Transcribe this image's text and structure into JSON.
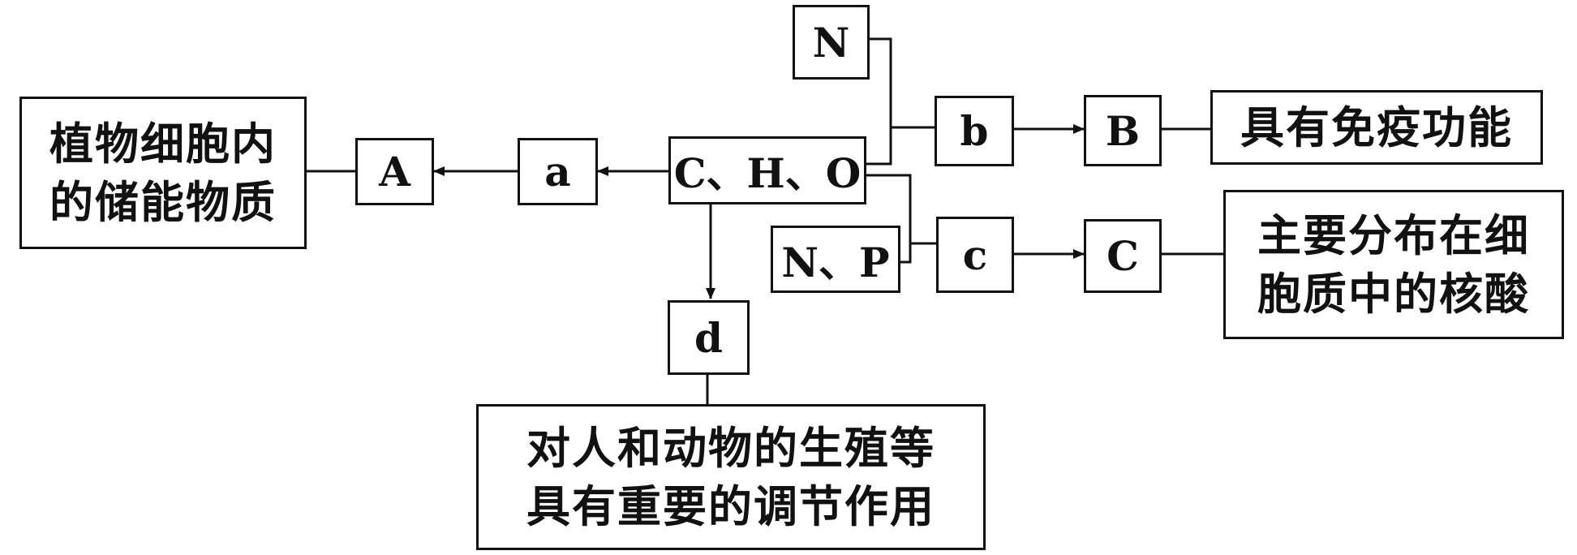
{
  "nodes": {
    "plant_storage": {
      "lines": [
        "植物细胞内",
        "的储能物质"
      ]
    },
    "A": {
      "label": "A"
    },
    "a": {
      "label": "a"
    },
    "CHO": {
      "label": "C、H、O"
    },
    "N": {
      "label": "N"
    },
    "b": {
      "label": "b"
    },
    "B": {
      "label": "B"
    },
    "immune": {
      "lines": [
        "具有免疫功能"
      ]
    },
    "NP": {
      "label": "N、P"
    },
    "c": {
      "label": "c"
    },
    "C": {
      "label": "C"
    },
    "cyto_nucleic": {
      "lines": [
        "主要分布在细",
        "胞质中的核酸"
      ]
    },
    "d": {
      "label": "d"
    },
    "regulation": {
      "lines": [
        "对人和动物的生殖等",
        "具有重要的调节作用"
      ]
    }
  }
}
